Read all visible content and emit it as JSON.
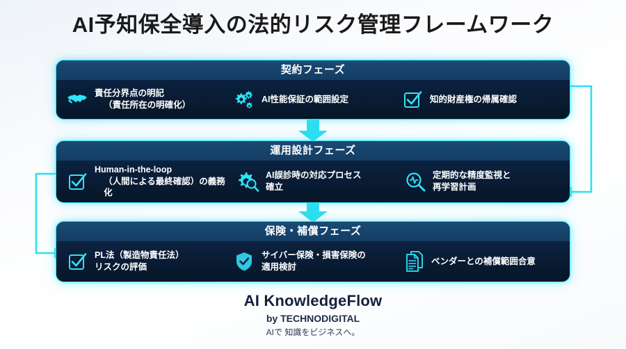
{
  "title": "AI予知保全導入の法的リスク管理フレームワーク",
  "phases": [
    {
      "heading": "契約フェーズ",
      "items": [
        {
          "icon": "handshake-icon",
          "line1": "責任分界点の明記",
          "line2": "（責任所在の明確化）"
        },
        {
          "icon": "gears-icon",
          "line1": "AI性能保証の範囲設定",
          "line2": ""
        },
        {
          "icon": "checkbox-check-icon",
          "line1": "知的財産権の帰属確認",
          "line2": ""
        }
      ]
    },
    {
      "heading": "運用設計フェーズ",
      "items": [
        {
          "icon": "checkbox-check-icon",
          "line1": "Human-in-the-loop",
          "line2": "（人間による最終確認）の義務化"
        },
        {
          "icon": "gear-magnifier-icon",
          "line1": "AI誤診時の対応プロセス",
          "line2": "確立"
        },
        {
          "icon": "magnifier-pulse-icon",
          "line1": "定期的な精度監視と",
          "line2": "再学習計画"
        }
      ]
    },
    {
      "heading": "保険・補償フェーズ",
      "items": [
        {
          "icon": "checkbox-check-icon",
          "line1": "PL法（製造物責任法）",
          "line2": "リスクの評価"
        },
        {
          "icon": "shield-check-icon",
          "line1": "サイバー保険・損害保険の",
          "line2": "適用検討"
        },
        {
          "icon": "documents-icon",
          "line1": "ベンダーとの補償範囲合意",
          "line2": ""
        }
      ]
    }
  ],
  "connectors": {
    "down_arrow_1": "arrow-down",
    "down_arrow_2": "arrow-down",
    "loop_right": "feedback-loop-right",
    "loop_left": "feedback-loop-left"
  },
  "footer": {
    "brand": "AI KnowledgeFlow",
    "byline": "by TECHNODIGITAL",
    "tagline": "AIで 知識をビジネスへ。"
  },
  "colors": {
    "accent": "#2fe4f5",
    "card_bg": "#071627",
    "header_bg": "#143d63",
    "text": "#ffffff"
  }
}
